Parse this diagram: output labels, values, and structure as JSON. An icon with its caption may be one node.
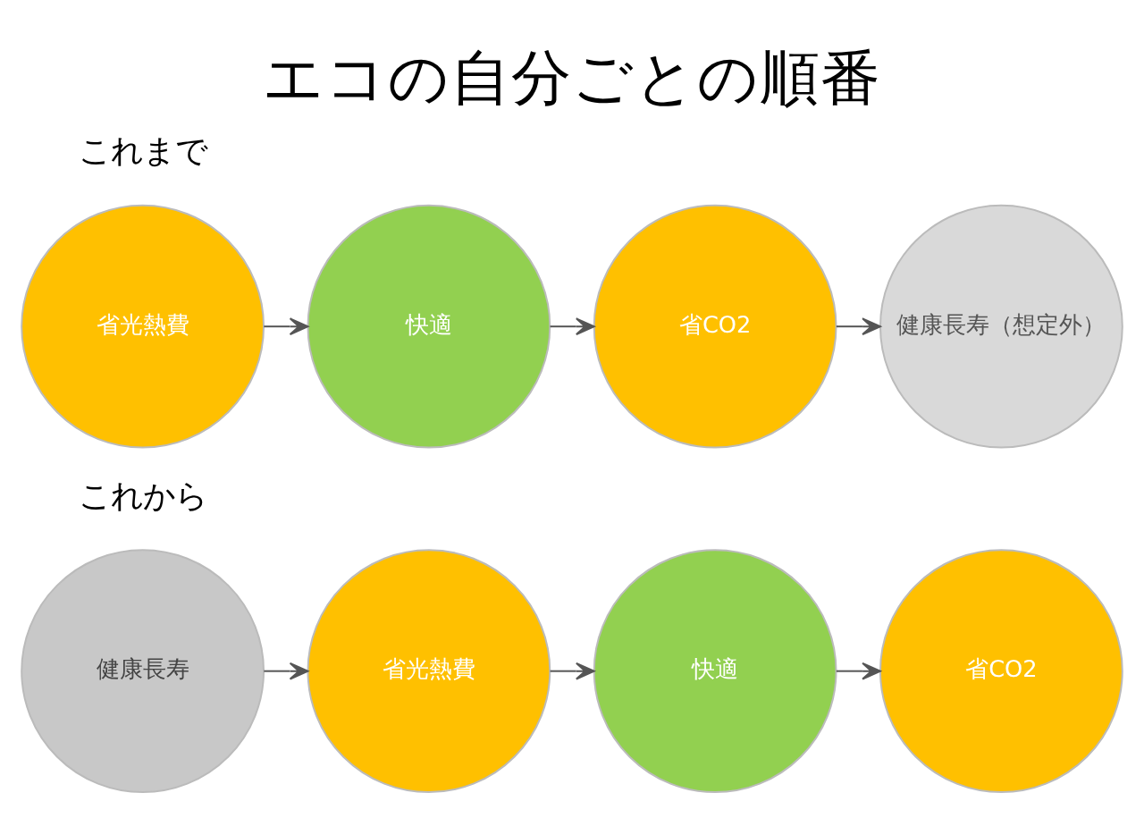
{
  "diagram": {
    "title": "エコの自分ごとの順番",
    "nodes": [
      {
        "text": [
          "省光熱費"
        ]
      },
      {
        "text": [
          "快適"
        ]
      },
      {
        "text": [
          "省CO2"
        ]
      },
      {
        "text": [
          "健康長寿（想定外）"
        ]
      },
      {
        "text": [
          "健康長寿"
        ]
      },
      {
        "text": [
          "省光熱費"
        ]
      },
      {
        "text": [
          "快適"
        ]
      },
      {
        "text": [
          "省CO2"
        ]
      }
    ],
    "edges": [
      {
        "from": 0,
        "to": 1,
        "arrow": "to"
      },
      {
        "from": 1,
        "to": 2,
        "arrow": "to"
      },
      {
        "from": 2,
        "to": 3,
        "arrow": "to"
      },
      {
        "from": 4,
        "to": 5,
        "arrow": "to"
      },
      {
        "from": 5,
        "to": 6,
        "arrow": "to"
      },
      {
        "from": 6,
        "to": 7,
        "arrow": "to"
      }
    ],
    "labels": [
      "これまで",
      "これから"
    ]
  }
}
